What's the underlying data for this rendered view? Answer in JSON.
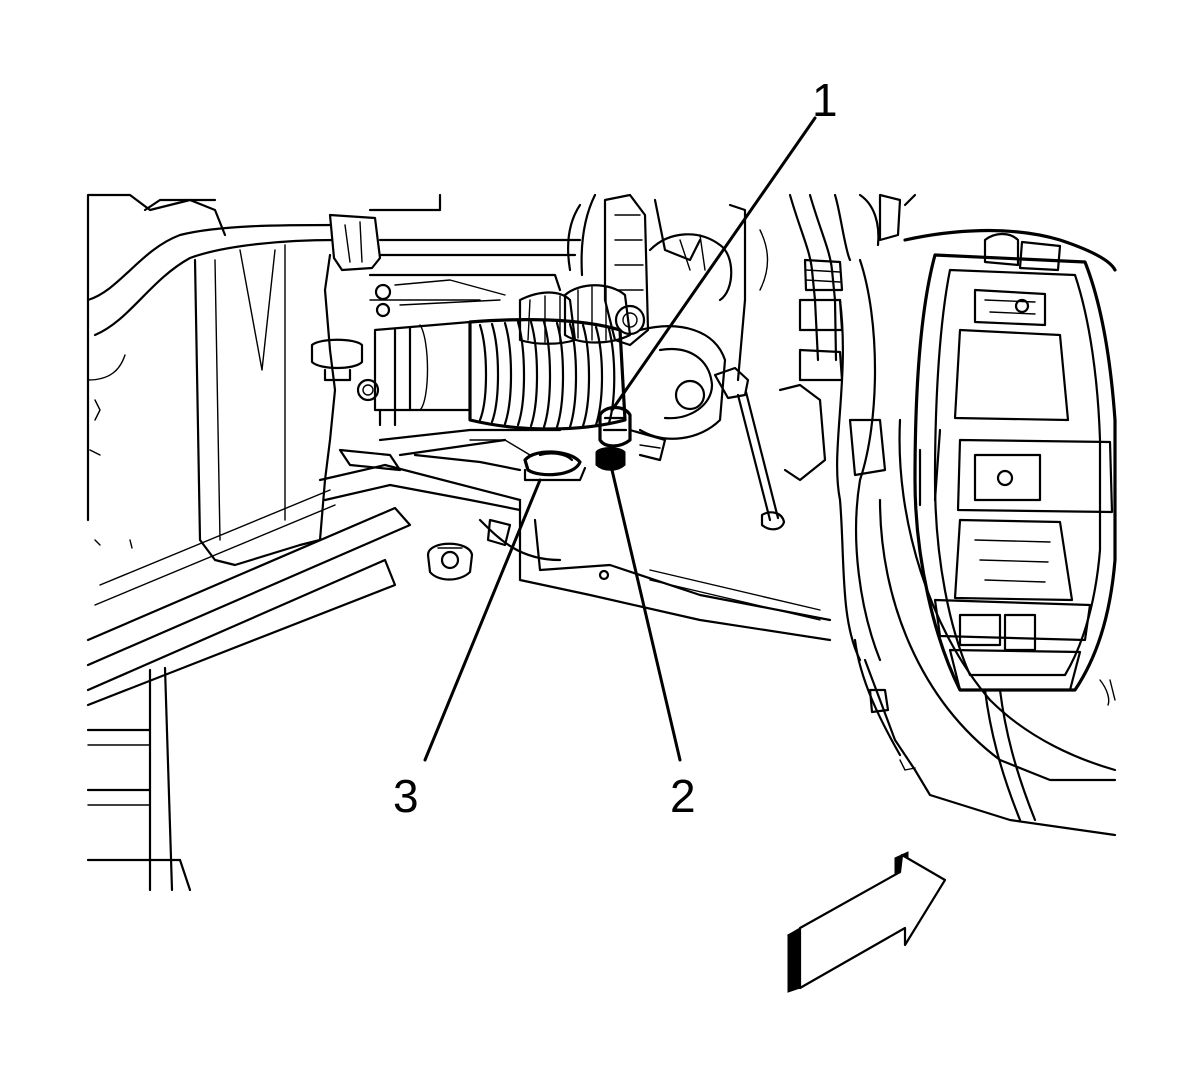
{
  "callouts": [
    {
      "id": "1",
      "label": "1"
    },
    {
      "id": "2",
      "label": "2"
    },
    {
      "id": "3",
      "label": "3"
    }
  ],
  "icons": {
    "direction_arrow": "vehicle-front-direction-arrow-icon"
  },
  "colors": {
    "ink": "#000000",
    "background": "#ffffff"
  }
}
